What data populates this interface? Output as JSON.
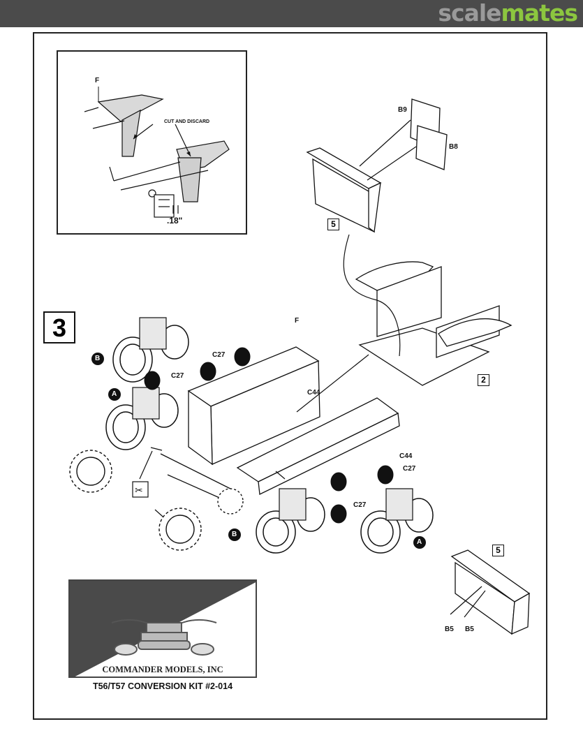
{
  "header": {
    "brand_part1": "scale",
    "brand_part2": "mates",
    "brand_color": "#8cc63f",
    "bar_color": "#4b4b4b"
  },
  "step": {
    "number": "3"
  },
  "inset": {
    "part_label": "F",
    "instruction": "CUT AND DISCARD",
    "dimension": ".18\""
  },
  "callouts": {
    "b9": "B9",
    "b8": "B8",
    "f": "F",
    "c27_top": "C27",
    "c27_left": "C27",
    "c27_right": "C27",
    "c27_bottom": "C27",
    "c44_top": "C44",
    "c44_right": "C44",
    "b5_left": "B5",
    "b5_right": "B5",
    "assembly_a1": "A",
    "assembly_a2": "A",
    "assembly_b1": "B",
    "assembly_b2": "B"
  },
  "refs": {
    "ref_5_top": "5",
    "ref_2": "2",
    "ref_5_bottom": "5"
  },
  "logo": {
    "company": "COMMANDER MODELS, INC"
  },
  "kit_title": "T56/T57 CONVERSION  KIT #2-014"
}
